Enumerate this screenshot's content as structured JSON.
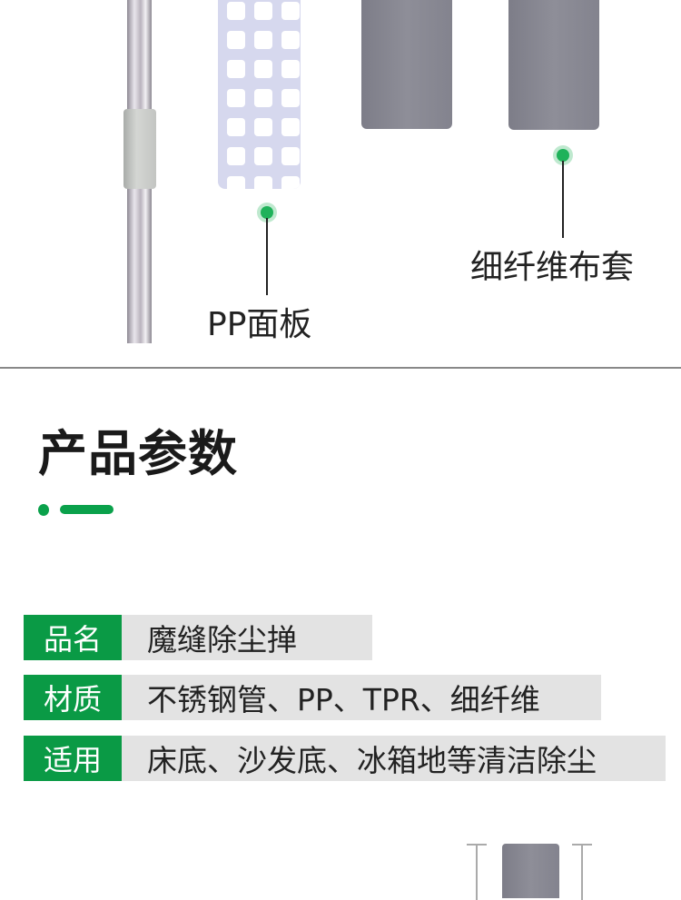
{
  "parts": {
    "panel_label": "PP面板",
    "cloth_label": "细纤维布套"
  },
  "section": {
    "title": "产品参数"
  },
  "params": [
    {
      "key": "品名",
      "value": "魔缝除尘掸"
    },
    {
      "key": "材质",
      "value": "不锈钢管、PP、TPR、细纤维"
    },
    {
      "key": "适用",
      "value": "床底、沙发底、冰箱地等清洁除尘"
    }
  ],
  "colors": {
    "accent": "#0a9a45"
  }
}
